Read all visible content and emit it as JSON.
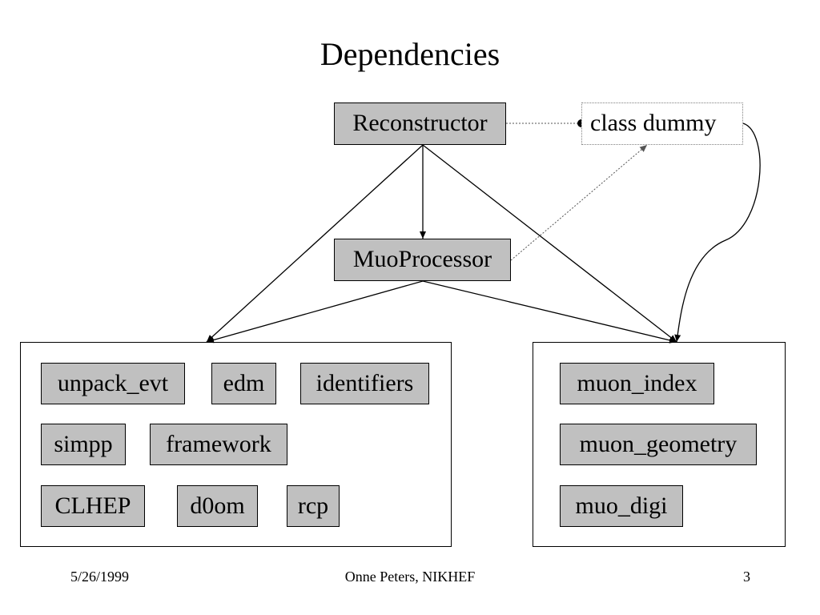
{
  "title": "Dependencies",
  "top_nodes": {
    "reconstructor": "Reconstructor",
    "muoprocessor": "MuoProcessor",
    "class_dummy": "class dummy"
  },
  "left_group": {
    "rows": [
      [
        "unpack_evt",
        "edm",
        "identifiers"
      ],
      [
        "simpp",
        "framework"
      ],
      [
        "CLHEP",
        "d0om",
        "rcp"
      ]
    ]
  },
  "right_group": {
    "rows": [
      [
        "muon_index"
      ],
      [
        "muon_geometry"
      ],
      [
        "muo_digi"
      ]
    ]
  },
  "footer": {
    "date": "5/26/1999",
    "author": "Onne Peters, NIKHEF",
    "page": "3"
  }
}
